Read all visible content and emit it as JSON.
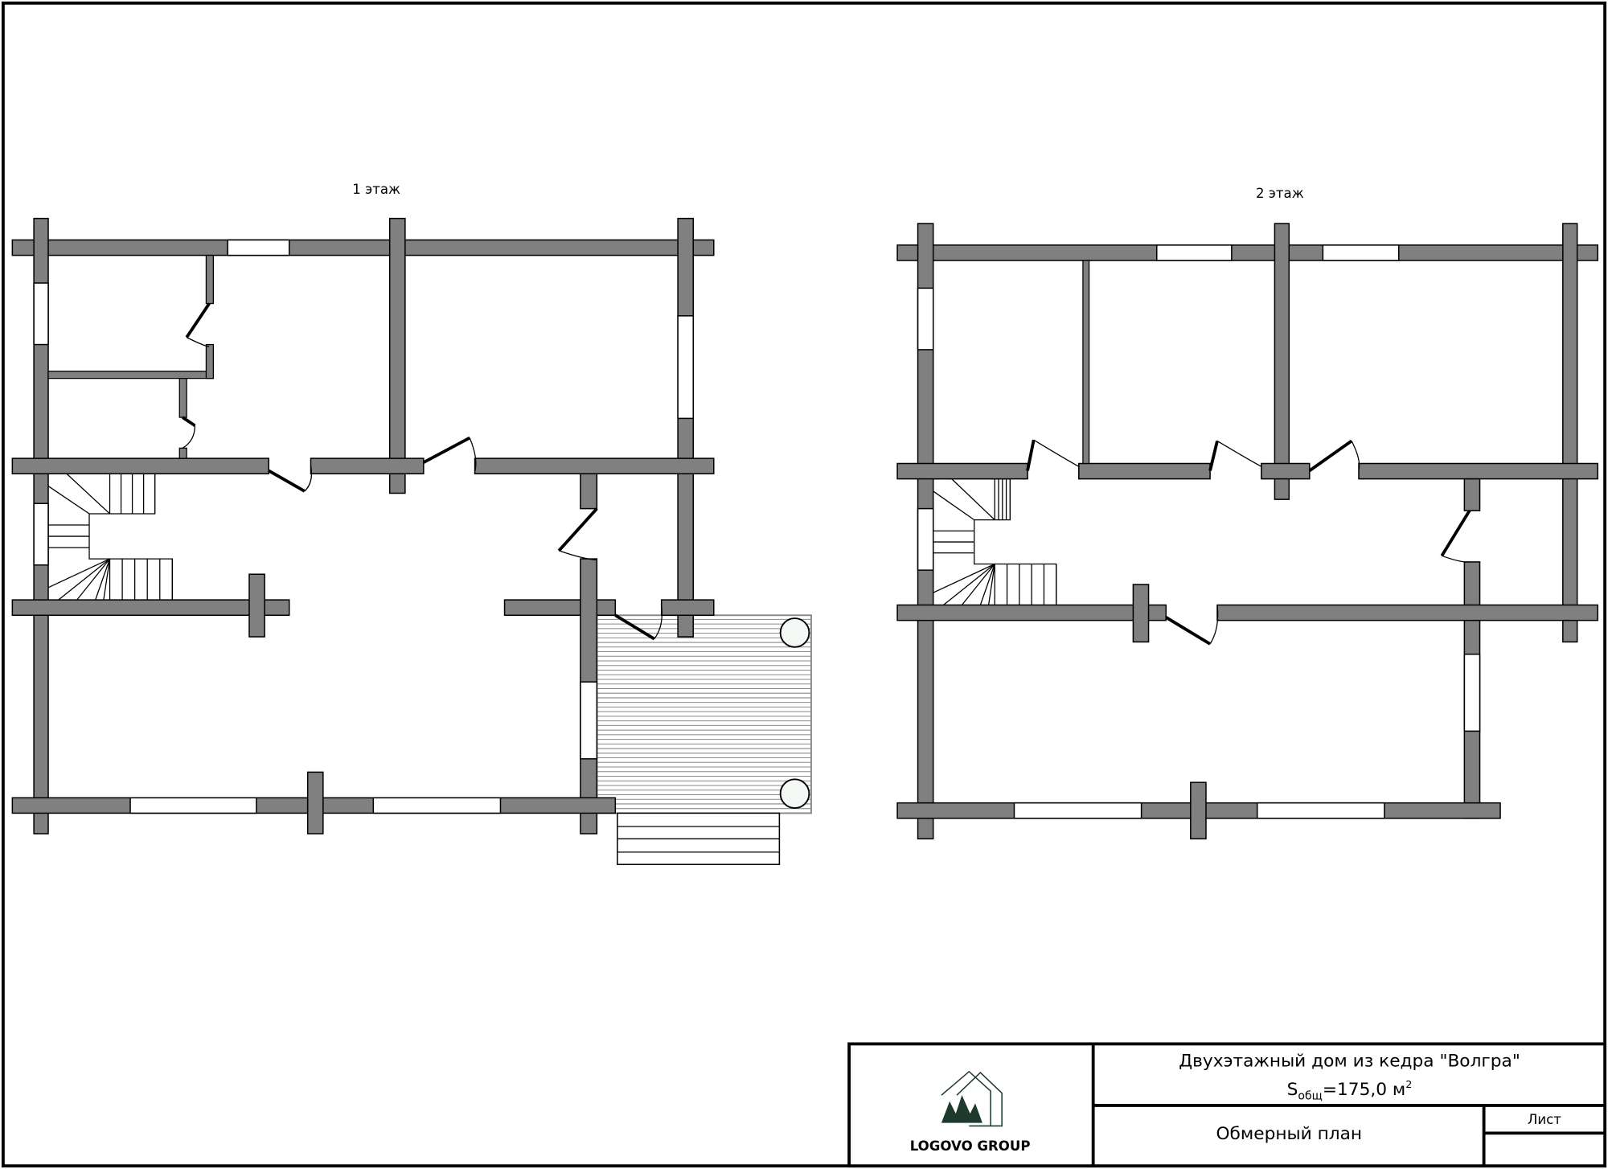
{
  "floors": [
    {
      "label": "1 этаж"
    },
    {
      "label": "2 этаж"
    }
  ],
  "title_block": {
    "logo_text": "LOGOVO GROUP",
    "project_title": "Двухэтажный дом из кедра \"Волгра\"",
    "area_prefix": "S",
    "area_subscript": "общ",
    "area_value": "=175,0 м",
    "area_superscript": "2",
    "drawing_name": "Обмерный план",
    "sheet_label": "Лист",
    "sheet_value": ""
  },
  "colors": {
    "wall": "#808080",
    "logo": "#1e3a2c"
  }
}
